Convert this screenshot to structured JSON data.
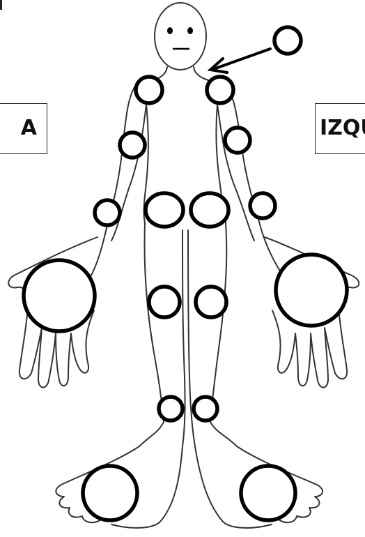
{
  "labels": {
    "right_side": "A",
    "left_side": "IZQU"
  },
  "colors": {
    "outline": "#333333",
    "marker": "#000000",
    "background": "#ffffff"
  },
  "joint_markers": [
    "neck-reference",
    "shoulder-right",
    "shoulder-left",
    "elbow-right",
    "elbow-left",
    "wrist-right",
    "wrist-left",
    "hip-right",
    "hip-left",
    "hand-right",
    "hand-left",
    "knee-right",
    "knee-left",
    "ankle-right",
    "ankle-left",
    "foot-right",
    "foot-left"
  ]
}
